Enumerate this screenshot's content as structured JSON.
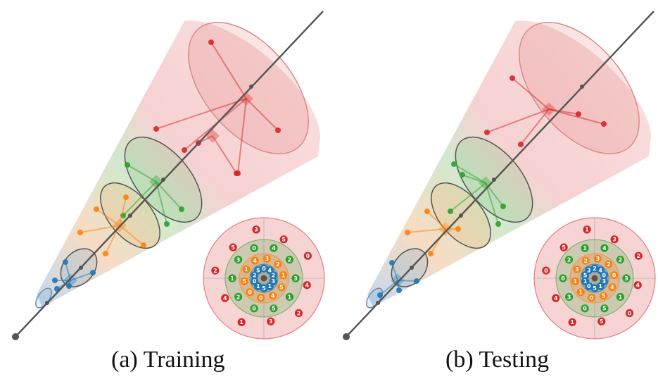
{
  "captions": {
    "a": "(a) Training",
    "b": "(b) Testing"
  },
  "colors": {
    "level_1": "#1f77b4",
    "level_2": "#ff7f0e",
    "level_3": "#2ca02c",
    "level_4": "#d62728",
    "axis": "#555555"
  },
  "panels": [
    {
      "id": "a",
      "rings": [
        {
          "color": "level_1",
          "labels": [
            "0",
            "4",
            "2",
            "3",
            "1",
            "5",
            "1",
            "0",
            "2",
            "5"
          ]
        },
        {
          "color": "level_2",
          "labels": [
            "3",
            "2",
            "1",
            "5",
            "4",
            "0",
            "0",
            "5",
            "1",
            "4"
          ]
        },
        {
          "color": "level_3",
          "labels": [
            "4",
            "2",
            "3",
            "1",
            "5",
            "0",
            "2",
            "1",
            "3",
            "0"
          ]
        },
        {
          "color": "level_4",
          "labels": [
            "5",
            "0",
            "4",
            "2",
            "3",
            "1",
            "4",
            "2",
            "5",
            "3"
          ]
        }
      ]
    },
    {
      "id": "b",
      "rings": [
        {
          "color": "level_1",
          "labels": [
            "2",
            "4",
            "0",
            "3",
            "1",
            "5",
            "0",
            "1",
            "5",
            "3"
          ]
        },
        {
          "color": "level_2",
          "labels": [
            "3",
            "2",
            "0",
            "4",
            "5",
            "0",
            "1",
            "1",
            "3",
            "2"
          ]
        },
        {
          "color": "level_3",
          "labels": [
            "4",
            "2",
            "3",
            "1",
            "5",
            "0",
            "3",
            "0",
            "2",
            "1"
          ]
        },
        {
          "color": "level_4",
          "labels": [
            "3",
            "2",
            "4",
            "0",
            "5",
            "1",
            "4",
            "0",
            "5",
            "1"
          ]
        }
      ]
    }
  ]
}
